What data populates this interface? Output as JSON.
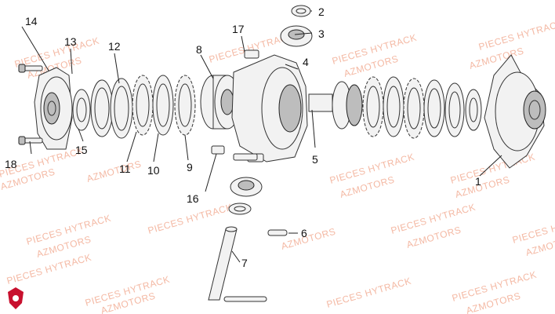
{
  "watermark": {
    "line1": "PIECES HYTRACK",
    "line2": "AZMOTORS"
  },
  "callouts": [
    {
      "id": "1",
      "label": "1"
    },
    {
      "id": "2",
      "label": "2"
    },
    {
      "id": "3",
      "label": "3"
    },
    {
      "id": "4",
      "label": "4"
    },
    {
      "id": "5",
      "label": "5"
    },
    {
      "id": "6",
      "label": "6"
    },
    {
      "id": "7",
      "label": "7"
    },
    {
      "id": "8",
      "label": "8"
    },
    {
      "id": "9",
      "label": "9"
    },
    {
      "id": "10",
      "label": "10"
    },
    {
      "id": "11",
      "label": "11"
    },
    {
      "id": "12",
      "label": "12"
    },
    {
      "id": "13",
      "label": "13"
    },
    {
      "id": "14",
      "label": "14"
    },
    {
      "id": "15",
      "label": "15"
    },
    {
      "id": "16",
      "label": "16"
    },
    {
      "id": "17",
      "label": "17"
    },
    {
      "id": "18",
      "label": "18"
    }
  ],
  "colors": {
    "watermark": "#f4b9a4",
    "logo": "#c8102e",
    "ink": "#111111"
  }
}
